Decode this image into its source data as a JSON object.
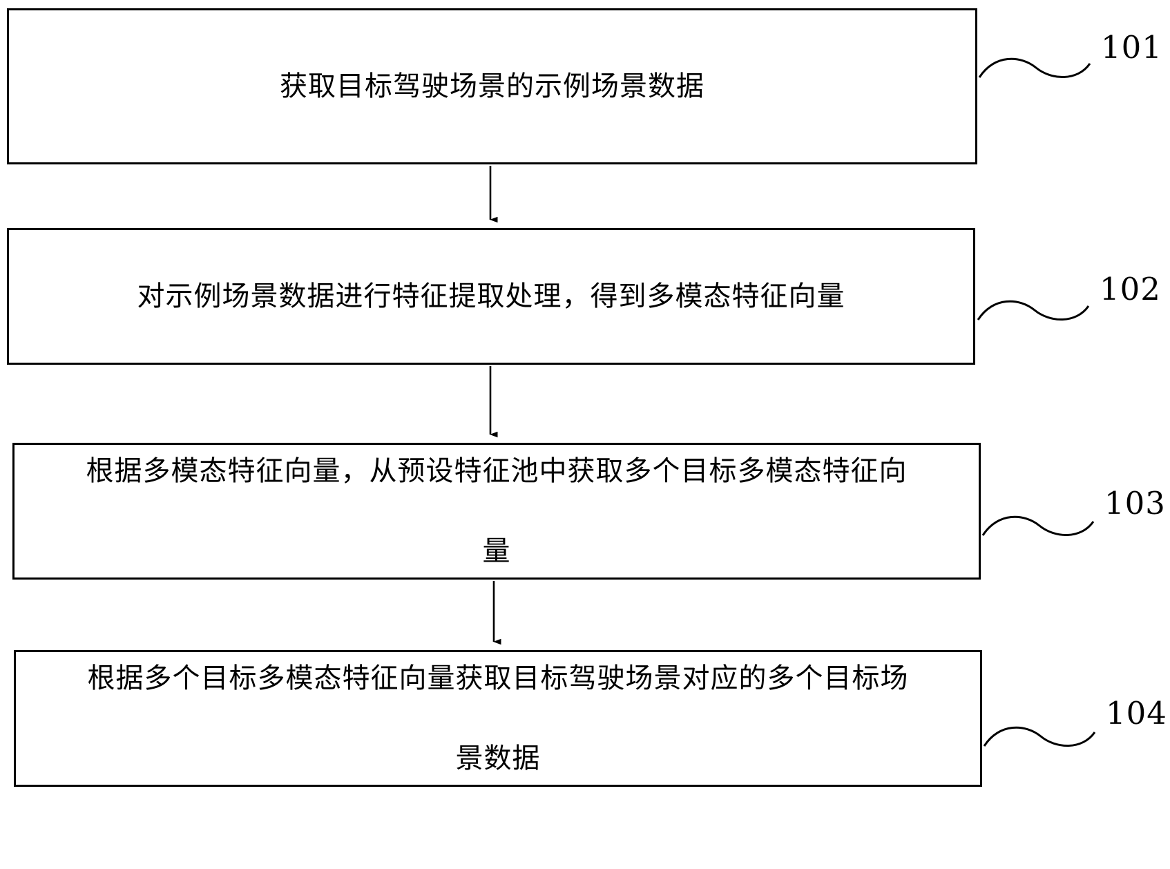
{
  "diagram": {
    "type": "flowchart",
    "orientation": "vertical",
    "background_color": "#ffffff",
    "line_color": "#000000",
    "steps": [
      {
        "ref": "101",
        "text": "获取目标驾驶场景的示例场景数据",
        "lines": [
          "获取目标驾驶场景的示例场景数据"
        ]
      },
      {
        "ref": "102",
        "text": "对示例场景数据进行特征提取处理，得到多模态特征向量",
        "lines": [
          "对示例场景数据进行特征提取处理，得到多模态特征向量"
        ]
      },
      {
        "ref": "103",
        "text": "根据多模态特征向量，从预设特征池中获取多个目标多模态特征向量",
        "lines": [
          "根据多模态特征向量，从预设特征池中获取多个目标多模态特征向",
          "量"
        ]
      },
      {
        "ref": "104",
        "text": "根据多个目标多模态特征向量获取目标驾驶场景对应的多个目标场景数据",
        "lines": [
          "根据多个目标多模态特征向量获取目标驾驶场景对应的多个目标场",
          "景数据"
        ]
      }
    ],
    "connectors": [
      {
        "name": "arrow-101-to-102",
        "from": "101",
        "to": "102"
      },
      {
        "name": "arrow-102-to-103",
        "from": "102",
        "to": "103"
      },
      {
        "name": "arrow-103-to-104",
        "from": "103",
        "to": "104"
      }
    ]
  }
}
